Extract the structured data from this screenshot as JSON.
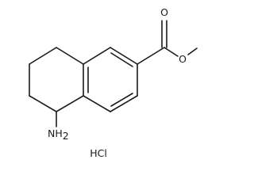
{
  "molecule": {
    "atoms": {
      "carbonyl_oxygen": "O",
      "ester_oxygen": "O",
      "amine_n": "NH",
      "amine_h_count": "2",
      "salt": "HCl"
    }
  }
}
